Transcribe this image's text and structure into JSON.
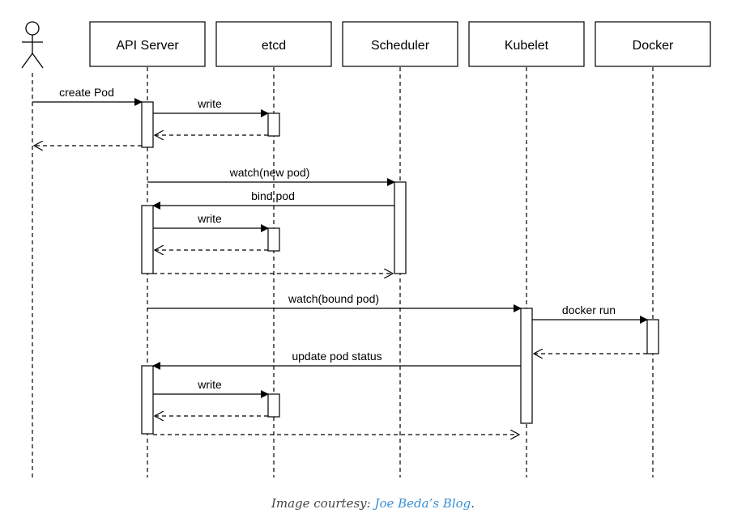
{
  "participants": {
    "actor": {
      "name": ""
    },
    "api_server": {
      "name": "API Server"
    },
    "etcd": {
      "name": "etcd"
    },
    "scheduler": {
      "name": "Scheduler"
    },
    "kubelet": {
      "name": "Kubelet"
    },
    "docker": {
      "name": "Docker"
    }
  },
  "messages": {
    "create_pod": "create Pod",
    "write_1": "write",
    "watch_new_pod": "watch(new pod)",
    "bind_pod": "bind pod",
    "write_2": "write",
    "watch_bound_pod": "watch(bound pod)",
    "docker_run": "docker run",
    "update_pod_status": "update pod status",
    "write_3": "write"
  },
  "caption": {
    "prefix": "Image courtesy: ",
    "link_text": "Joe Beda’s Blog",
    "suffix": "."
  }
}
